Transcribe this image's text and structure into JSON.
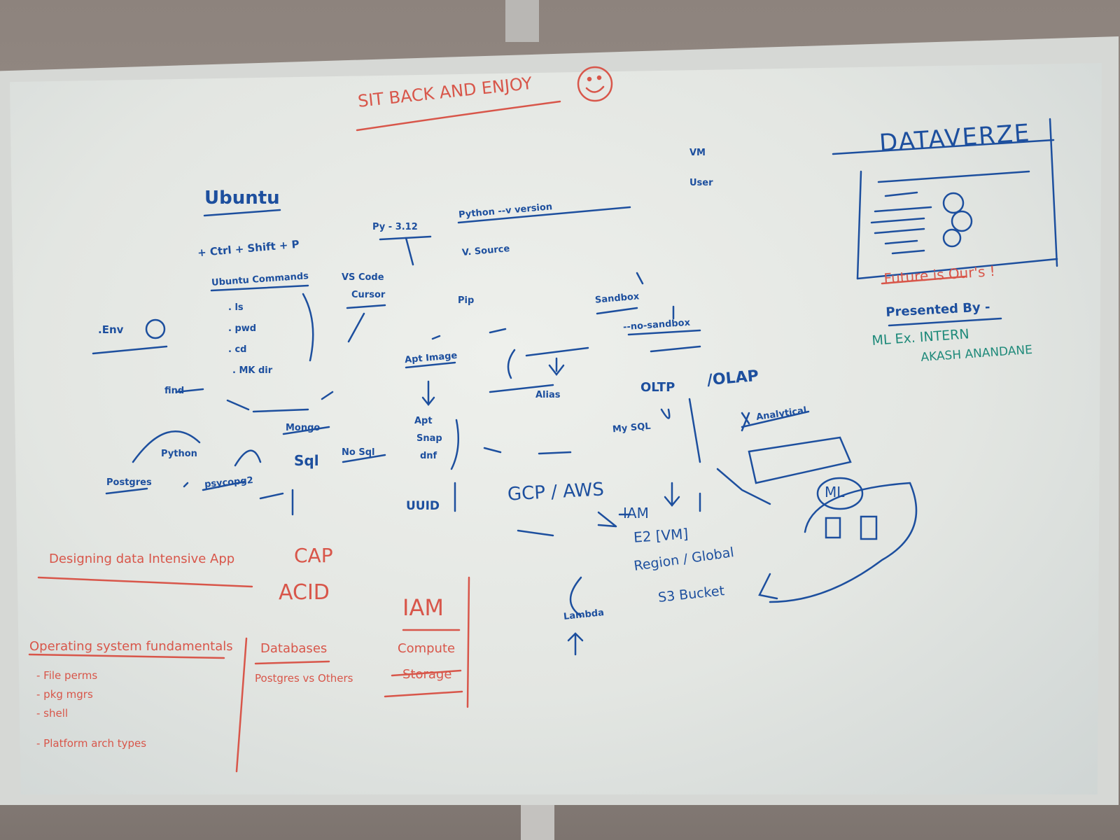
{
  "header": {
    "title": "SIT BACK AND ENJOY"
  },
  "panel_right": {
    "logo": "DATAVERZE",
    "tagline": "Future is Our's !",
    "presented_by": "Presented By -",
    "role": "ML Ex. INTERN",
    "presenter": "AKASH ANANDANE"
  },
  "ubuntu": {
    "title": "Ubuntu",
    "line1": "+ Ctrl + Shift + P",
    "commands_title": "Ubuntu Commands",
    "commands": [
      ". ls",
      ". pwd",
      ". cd",
      ". MK dir"
    ],
    "env": ".Env"
  },
  "python_cluster": {
    "py_version": "Py - 3.12",
    "python_version": "Python --v  version",
    "vs_source": "V.  Source",
    "vscode": "VS Code",
    "cursor": "Cursor",
    "pip": "Pip",
    "sandbox": "Sandbox",
    "no_sandbox": "--no-sandbox",
    "apt_image": "Apt Image",
    "apt_list": [
      "Apt",
      "Snap",
      "dnf"
    ],
    "alias": "Alias",
    "vm": "VM",
    "user": "User"
  },
  "db_cluster": {
    "find": "find -",
    "postgres": "Postgres",
    "python": "Python",
    "psycopg": "psycopg2",
    "sql": "Sql",
    "no_sql": "No Sql",
    "mongo": "Mongo",
    "uuid": "UUID",
    "mysql": "My SQL",
    "oltp": "OLTP",
    "olap": "/OLAP",
    "analytical": "Analytical",
    "ml": "ML"
  },
  "cloud": {
    "title": "GCP / AWS",
    "items": [
      "IAM",
      "E2 [VM]",
      "Region / Global",
      "S3 Bucket"
    ],
    "lambda": "Lambda"
  },
  "bottom_notes": {
    "design": "Designing data Intensive App",
    "cap": "CAP",
    "acid": "ACID",
    "os_title": "Operating system fundamentals",
    "os_items": [
      "- File perms",
      "- pkg mgrs",
      "- shell",
      "- Platform arch types"
    ],
    "db_title": "Databases",
    "db_note": "Postgres vs Others",
    "iam": "IAM",
    "compute": "Compute",
    "storage": "Storage"
  },
  "colors": {
    "blue_marker": "#1d4f9e",
    "red_marker": "#d8564a",
    "teal_marker": "#1f8a7a",
    "board": "#e8ebe7"
  }
}
